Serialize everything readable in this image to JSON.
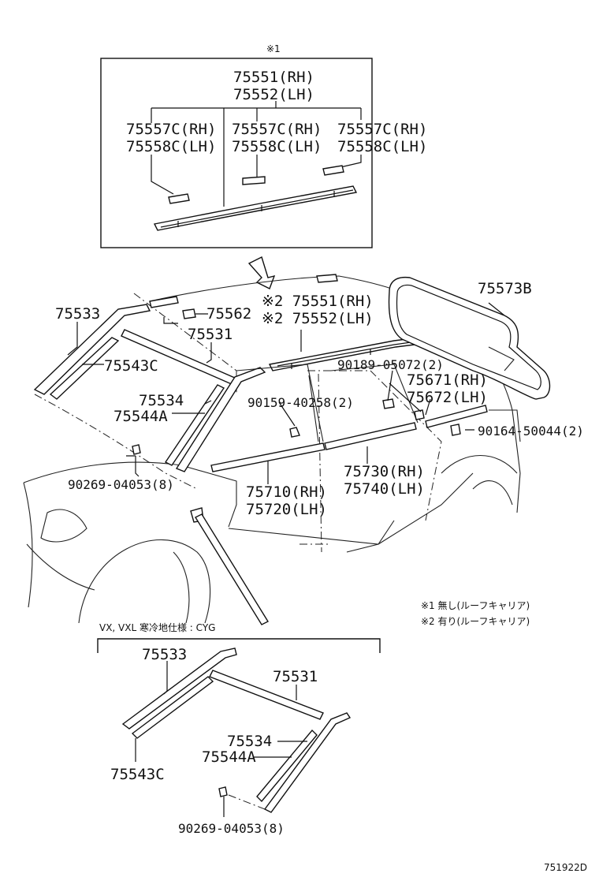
{
  "inset_top": {
    "marker": "※1",
    "rail_rh": "75551(RH)",
    "rail_lh": "75552(LH)",
    "cover_a_rh": "75557C(RH)",
    "cover_a_lh": "75558C(LH)",
    "cover_b_rh": "75557C(RH)",
    "cover_b_lh": "75558C(LH)",
    "cover_c_rh": "75557C(RH)",
    "cover_c_lh": "75558C(LH)"
  },
  "main": {
    "p75533": "75533",
    "p75543c": "75543C",
    "p75562": "75562",
    "p75531": "75531",
    "p75534": "75534",
    "p75544a": "75544A",
    "rail_rh": "※2 75551(RH)",
    "rail_lh": "※2 75552(LH)",
    "p75573b": "75573B",
    "bolt_90189": "90189-05072(2)",
    "p75671": "75671(RH)",
    "p75672": "75672(LH)",
    "bolt_90159": "90159-40258(2)",
    "bolt_90164": "90164-50044(2)",
    "clip_90269": "90269-04053(8)",
    "p75730": "75730(RH)",
    "p75740": "75740(LH)",
    "p75710": "75710(RH)",
    "p75720": "75720(LH)"
  },
  "notes": {
    "n1": "※1 無し(ルーフキャリア)",
    "n2": "※2 有り(ルーフキャリア)"
  },
  "inset_bottom": {
    "title": "VX, VXL 寒冷地仕様 : CYG",
    "p75533": "75533",
    "p75531": "75531",
    "p75534": "75534",
    "p75544a": "75544A",
    "p75543c": "75543C",
    "clip_90269": "90269-04053(8)"
  },
  "footer": {
    "diagram_id": "751922D"
  }
}
